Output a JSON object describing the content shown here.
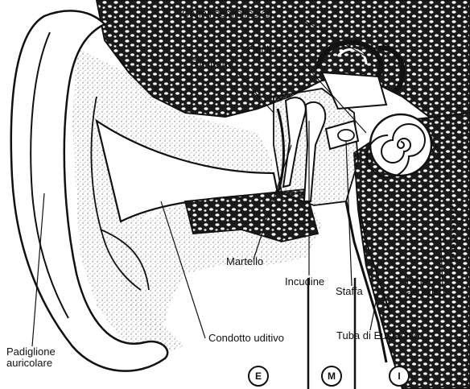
{
  "labels": {
    "canali_semicircolari": "Canali semicircolari",
    "coclea": "Coclea",
    "timpano": "Timpano",
    "martello": "Martello",
    "incudine": "Incudine",
    "staffa": "Staffa",
    "nervo_line1": "Nervo",
    "nervo_line2": "acustico",
    "tuba": "Tuba di Eustachio",
    "condotto": "Condotto uditivo",
    "padiglione_line1": "Padiglione",
    "padiglione_line2": "auricolare"
  },
  "regions": {
    "external": "E",
    "middle": "M",
    "inner": "I"
  },
  "colors": {
    "ink": "#111111",
    "stipple": "#9a9a9a",
    "bone": "#1a1a1a"
  }
}
